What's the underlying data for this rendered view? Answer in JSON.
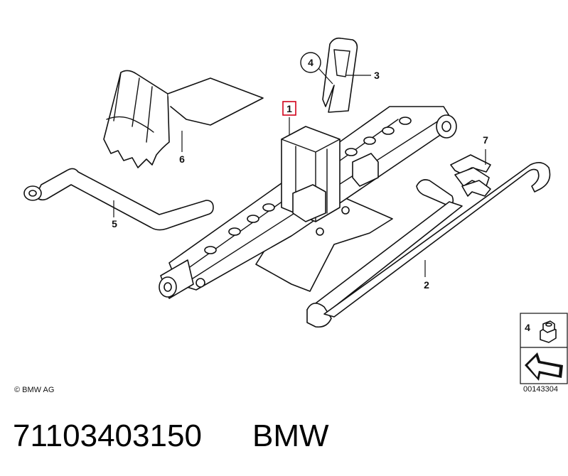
{
  "callouts": [
    {
      "id": "callout-1",
      "label": "1",
      "highlighted": true
    },
    {
      "id": "callout-2",
      "label": "2"
    },
    {
      "id": "callout-3",
      "label": "3"
    },
    {
      "id": "callout-4",
      "label": "4",
      "circled": true
    },
    {
      "id": "callout-5",
      "label": "5"
    },
    {
      "id": "callout-6",
      "label": "6"
    },
    {
      "id": "callout-7",
      "label": "7"
    }
  ],
  "inset": {
    "label": "4"
  },
  "copyright": "© BMW AG",
  "diagram_number": "00143304",
  "part_number": "71103403150",
  "brand": "BMW",
  "colors": {
    "highlight": "#d0021b",
    "line": "#111111",
    "background": "#ffffff"
  }
}
